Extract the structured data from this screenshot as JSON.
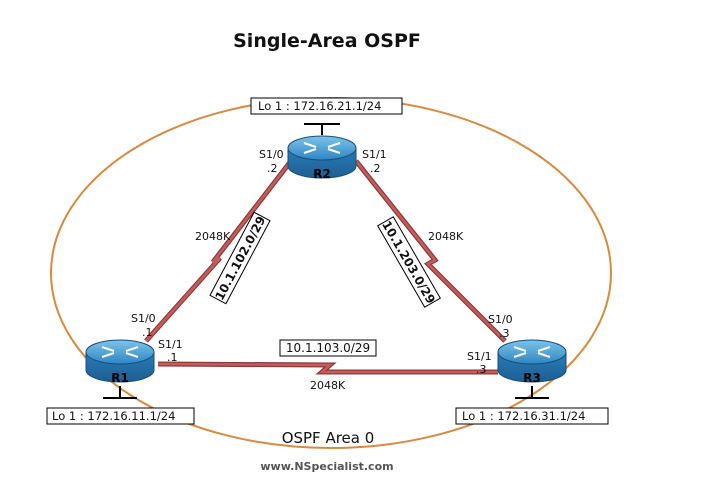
{
  "title": "Single-Area OSPF",
  "area_label": "OSPF Area 0",
  "footer": "www.NSpecialist.com",
  "colors": {
    "link": "#b84a4a",
    "area_ring": "#d98a3c",
    "router": "#3a90c8"
  },
  "routers": [
    {
      "name": "R1",
      "loopback": "Lo 1 : 172.16.11.1/24"
    },
    {
      "name": "R2",
      "loopback": "Lo 1 : 172.16.21.1/24"
    },
    {
      "name": "R3",
      "loopback": "Lo 1 : 172.16.31.1/24"
    }
  ],
  "interfaces": {
    "r2_s10": "S1/0",
    "r2_s10_ip": ".2",
    "r2_s11": "S1/1",
    "r2_s11_ip": ".2",
    "r1_s10": "S1/0",
    "r1_s10_ip": ".1",
    "r1_s11": "S1/1",
    "r1_s11_ip": ".1",
    "r3_s10": "S1/0",
    "r3_s10_ip": ".3",
    "r3_s11": "S1/1",
    "r3_s11_ip": ".3"
  },
  "links": [
    {
      "subnet": "10.1.102.0/29",
      "bandwidth": "2048K"
    },
    {
      "subnet": "10.1.203.0/29",
      "bandwidth": "2048K"
    },
    {
      "subnet": "10.1.103.0/29",
      "bandwidth": "2048K"
    }
  ]
}
